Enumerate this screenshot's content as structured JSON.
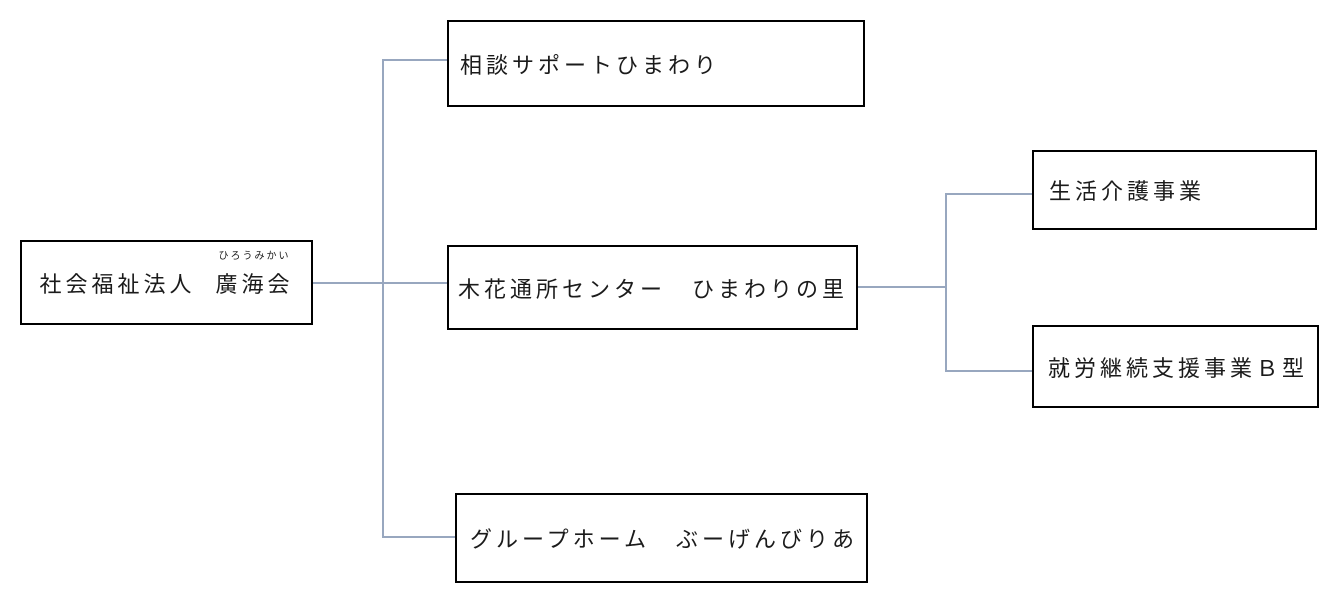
{
  "page": {
    "background": "#ffffff"
  },
  "chart": {
    "type": "org-structure-diagram",
    "root": {
      "prefix": "社会福祉法人",
      "name": "廣海会",
      "furigana": "ひろうみかい"
    },
    "branches": [
      {
        "id": "soudan",
        "label": "相談サポートひまわり",
        "children": []
      },
      {
        "id": "konohana",
        "label": "木花通所センター　ひまわりの里",
        "children": [
          {
            "id": "seikatsu",
            "label": "生活介護事業"
          },
          {
            "id": "shuurou",
            "label": "就労継続支援事業Ｂ型"
          }
        ]
      },
      {
        "id": "grouphome",
        "label": "グループホーム　ぶーげんびりあ",
        "children": []
      }
    ],
    "colors": {
      "connector": "#98a7bf",
      "box_border": "#000000",
      "text": "#1b1b1b",
      "background": "#ffffff"
    }
  }
}
